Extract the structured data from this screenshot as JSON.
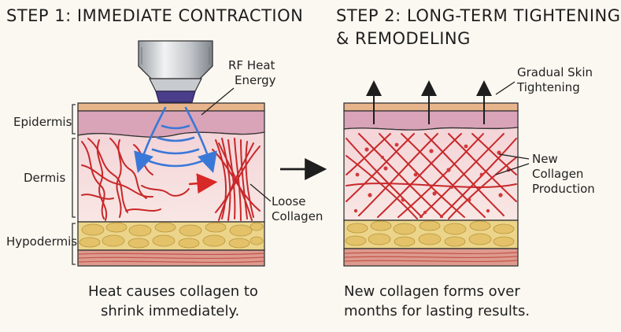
{
  "step1": {
    "title": "STEP 1: IMMEDIATE CONTRACTION",
    "rf_label_line1": "RF Heat",
    "rf_label_line2": "Energy",
    "layers": {
      "epidermis": "Epidermis",
      "dermis": "Dermis",
      "hypodermis": "Hypodermis"
    },
    "collagen_label_line1": "Loose",
    "collagen_label_line2": "Collagen",
    "caption_line1": "Heat causes collagen to",
    "caption_line2": "shrink immediately."
  },
  "step2": {
    "title_line1": "STEP 2: LONG-TERM TIGHTENING",
    "title_line2": "& REMODELING",
    "tightening_label_line1": "Gradual Skin",
    "tightening_label_line2": "Tightening",
    "new_collagen_line1": "New",
    "new_collagen_line2": "Collagen",
    "new_collagen_line3": "Production",
    "caption_line1": "New collagen forms over",
    "caption_line2": "months for lasting results."
  },
  "colors": {
    "epidermis_top": "#e8b48c",
    "epidermis_mid": "#d9a3b8",
    "dermis": "#f6dede",
    "collagen": "#c8282a",
    "fat": "#ecd58a",
    "muscle": "#de9a8e",
    "rf_wave": "#3a78d8",
    "device_tip": "#4a3d8c"
  }
}
